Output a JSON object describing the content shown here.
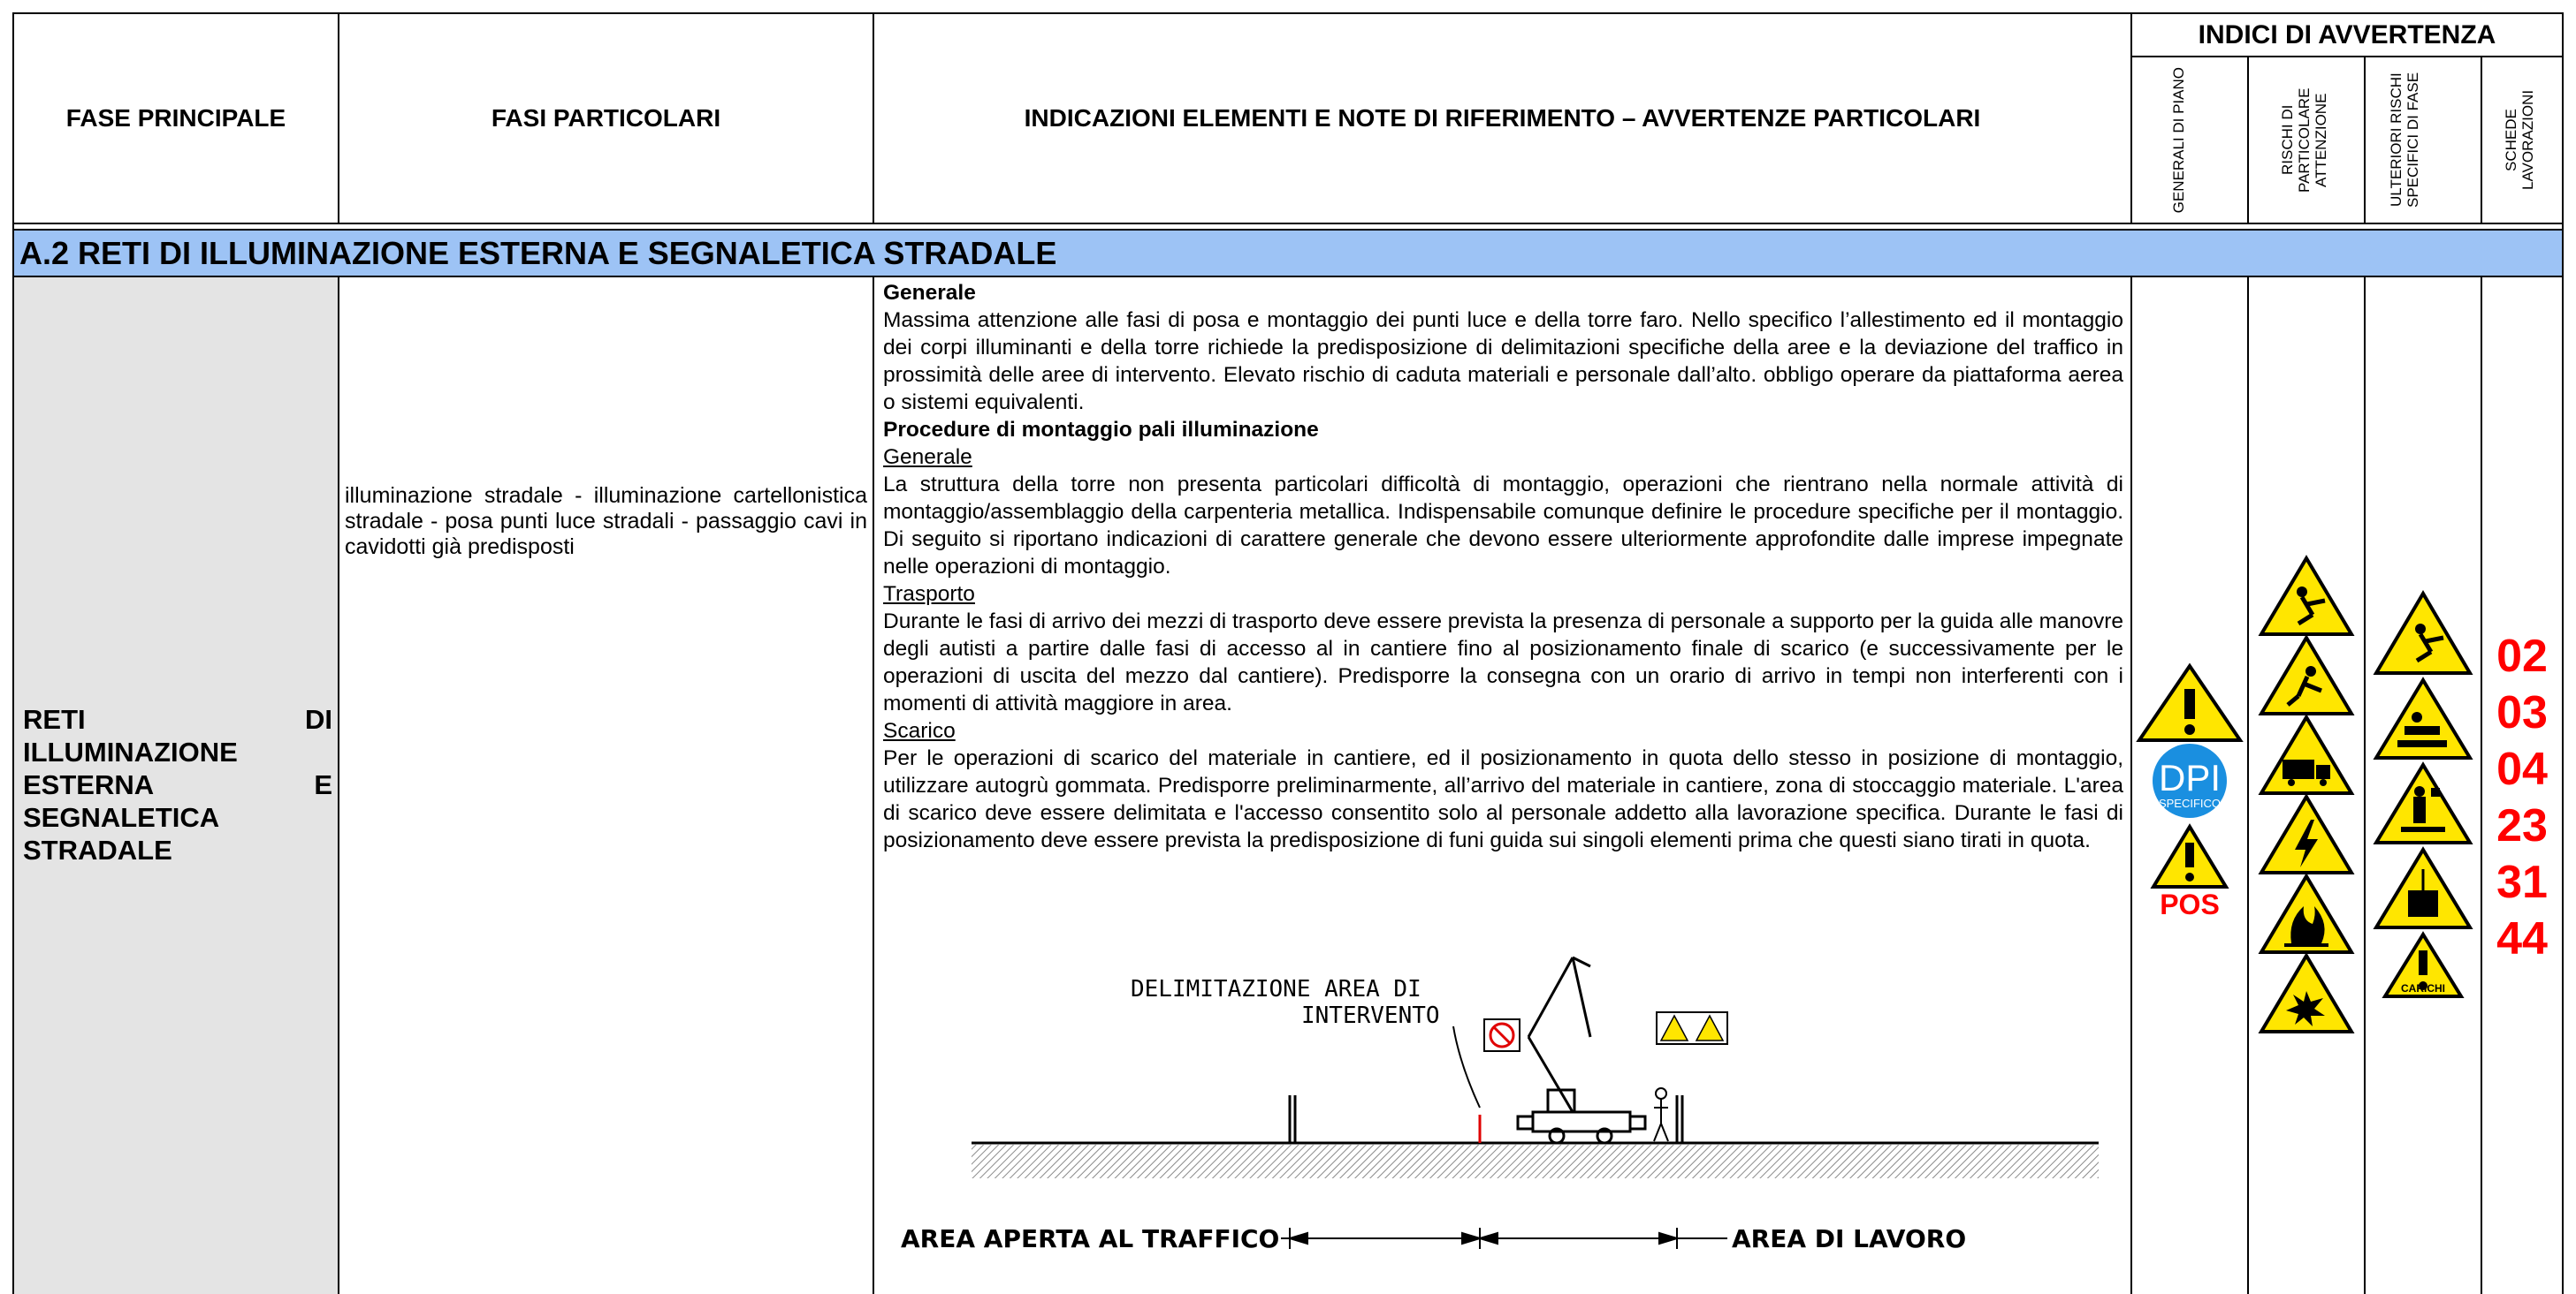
{
  "header": {
    "fase_principale": "FASE PRINCIPALE",
    "fasi_particolari": "FASI PARTICOLARI",
    "indicazioni": "INDICAZIONI ELEMENTI E NOTE DI RIFERIMENTO – AVVERTENZE PARTICOLARI",
    "indici": "INDICI DI AVVERTENZA",
    "sub": [
      "GENERALI DI PIANO",
      "RISCHI DI PARTICOLARE ATTENZIONE",
      "ULTERIORI RISCHI SPECIFICI DI FASE",
      "SCHEDE LAVORAZIONI"
    ]
  },
  "section": {
    "title": "A.2  RETI DI ILLUMINAZIONE ESTERNA E SEGNALETICA STRADALE"
  },
  "row": {
    "fase_principale": [
      "RETI",
      "DI",
      "ILLUMINAZIONE",
      "ESTERNA",
      "E",
      "SEGNALETICA",
      "STRADALE"
    ],
    "fasi_particolari": "illuminazione stradale - illuminazione cartellonistica stradale - posa punti luce stradali - passaggio cavi in cavidotti già predisposti",
    "generale_title": "Generale",
    "generale_text": "Massima attenzione alle fasi di posa e montaggio dei punti luce e della torre faro. Nello specifico l’allestimento ed il montaggio dei corpi illuminanti e della torre richiede la predisposizione di delimitazioni specifiche della aree e la deviazione del traffico in prossimità delle aree di intervento. Elevato rischio di caduta materiali e personale dall’alto. obbligo operare da piattaforma aerea o sistemi equivalenti.",
    "procedure_title": "Procedure di montaggio pali illuminazione",
    "sub_generale_title": "Generale",
    "sub_generale_text": "La struttura della torre non presenta particolari difficoltà di montaggio, operazioni che rientrano nella normale attività di montaggio/assemblaggio della carpenteria metallica. Indispensabile comunque definire le procedure specifiche per il montaggio. Di seguito si riportano indicazioni di carattere generale che devono essere ulteriormente approfondite dalle imprese impegnate nelle operazioni di montaggio.",
    "trasporto_title": "Trasporto",
    "trasporto_text": "Durante le fasi di arrivo dei mezzi di trasporto deve essere prevista la presenza di personale a supporto per la guida alle manovre degli autisti a partire dalle fasi di accesso al in cantiere fino al posizionamento finale di scarico (e successivamente per le operazioni di uscita del mezzo dal cantiere). Predisporre la consegna con un orario di arrivo in tempi non interferenti con i momenti di attività maggiore in area.",
    "scarico_title": "Scarico",
    "scarico_text": "Per le operazioni di scarico del materiale in cantiere, ed il posizionamento in quota dello stesso in posizione di montaggio, utilizzare autogrù gommata. Predisporre preliminarmente, all’arrivo del materiale in cantiere, zona di stoccaggio materiale. L'area di scarico deve essere delimitata e l'accesso consentito solo al personale addetto alla lavorazione specifica. Durante le fasi di posizionamento deve essere prevista la predisposizione di funi guida sui singoli elementi prima che questi siano tirati in quota."
  },
  "diagram": {
    "label_delimitazione_1": "DELIMITAZIONE AREA DI",
    "label_delimitazione_2": "INTERVENTO",
    "label_traffico": "AREA APERTA AL TRAFFICO",
    "label_lavoro": "AREA DI LAVORO"
  },
  "indici": {
    "generali_icons": [
      "generic-warning-icon",
      "dpi-specifico-icon",
      "generic-warning-icon"
    ],
    "dpi_text": "DPI",
    "dpi_sub": "SPECIFICO",
    "pos_text": "POS",
    "rischi_icons": [
      "slippery-floor-icon",
      "fall-from-height-icon",
      "truck-traffic-icon",
      "electric-hazard-icon",
      "fire-hazard-icon",
      "explosive-hazard-icon"
    ],
    "ulteriori_icons": [
      "slippery-floor-icon",
      "fall-hazard-icon",
      "falling-objects-icon",
      "suspended-loads-icon",
      "generic-warning-icon"
    ],
    "carichi_label": "CARICHI",
    "schede": [
      "02",
      "03",
      "04",
      "23",
      "31",
      "44"
    ],
    "colors": {
      "sign_yellow": "#ffe600",
      "dpi_blue": "#1a8fe0",
      "schede_red": "#ff0000",
      "band_blue": "#9dc3f5"
    }
  }
}
